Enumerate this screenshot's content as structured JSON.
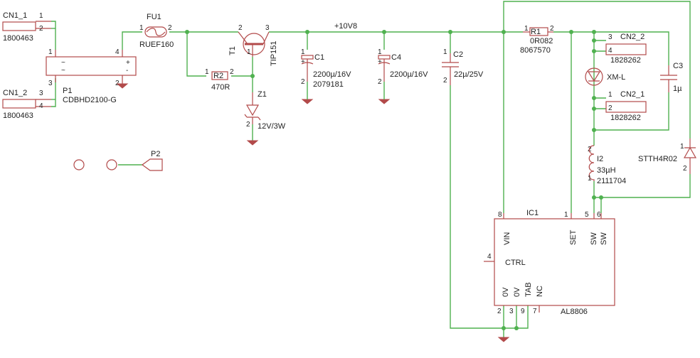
{
  "net": {
    "supply": "+10V8"
  },
  "cn1_1": {
    "ref": "CN1_1",
    "pin_a": "1",
    "pin_b": "2",
    "value": "1800463"
  },
  "cn1_2": {
    "ref": "CN1_2",
    "pin_a": "3",
    "pin_b": "4",
    "value": "1800463"
  },
  "p1": {
    "ref": "P1",
    "value": "CDBHD2100-G",
    "pin1": "1",
    "pin2": "2",
    "pin3": "3",
    "pin4": "4",
    "sym_ac1": "~",
    "sym_ac2": "~",
    "sym_minus": "-",
    "sym_plus": "+"
  },
  "fu1": {
    "ref": "FU1",
    "value": "RUEF160",
    "pin1": "1",
    "pin2": "2"
  },
  "t1": {
    "ref": "T1",
    "value": "TIP151",
    "pin1": "1",
    "pin2": "2",
    "pin3": "3"
  },
  "r2": {
    "ref": "R2",
    "value": "470R",
    "pin1": "1",
    "pin2": "2"
  },
  "z1": {
    "ref": "Z1",
    "value": "12V/3W",
    "pin2": "2"
  },
  "c1": {
    "ref": "C1",
    "value": "2200µ/16V",
    "order": "2079181",
    "plus": "+",
    "pin1": "1",
    "pin2": "2"
  },
  "c4": {
    "ref": "C4",
    "value": "2200µ/16V",
    "plus": "+",
    "pin1": "1",
    "pin2": "2"
  },
  "c2": {
    "ref": "C2",
    "value": "22µ/25V",
    "pin1": "1",
    "pin2": "2"
  },
  "r1": {
    "ref": "R1",
    "value": "0R082",
    "order": "8067570",
    "pin1": "1",
    "pin2": "2"
  },
  "cn2_2": {
    "ref": "CN2_2",
    "value": "1828262",
    "pin_a": "3",
    "pin_b": "4"
  },
  "xml": {
    "ref": "XM-L"
  },
  "cn2_1": {
    "ref": "CN2_1",
    "value": "1828262",
    "pin_a": "1",
    "pin_b": "2"
  },
  "c3": {
    "ref": "C3",
    "value": "1µ"
  },
  "i2": {
    "ref": "I2",
    "value": "33µH",
    "order": "2111704",
    "pin1": "1",
    "pin2": "2"
  },
  "d1": {
    "value": "STTH4R02",
    "pin1": "1",
    "pin2": "2"
  },
  "p2": {
    "ref": "P2"
  },
  "ic1": {
    "ref": "IC1",
    "value": "AL8806",
    "vin": "VIN",
    "set": "SET",
    "sw": "SW",
    "ctrl": "CTRL",
    "gnd": "0V",
    "tab": "TAB",
    "nc": "NC",
    "pin_vin": "8",
    "pin_set": "1",
    "pin_sw5": "5",
    "pin_sw6": "6",
    "pin_ctrl": "4",
    "pin_0v2": "2",
    "pin_0v3": "3",
    "pin_tab": "9",
    "pin_nc": "7"
  }
}
